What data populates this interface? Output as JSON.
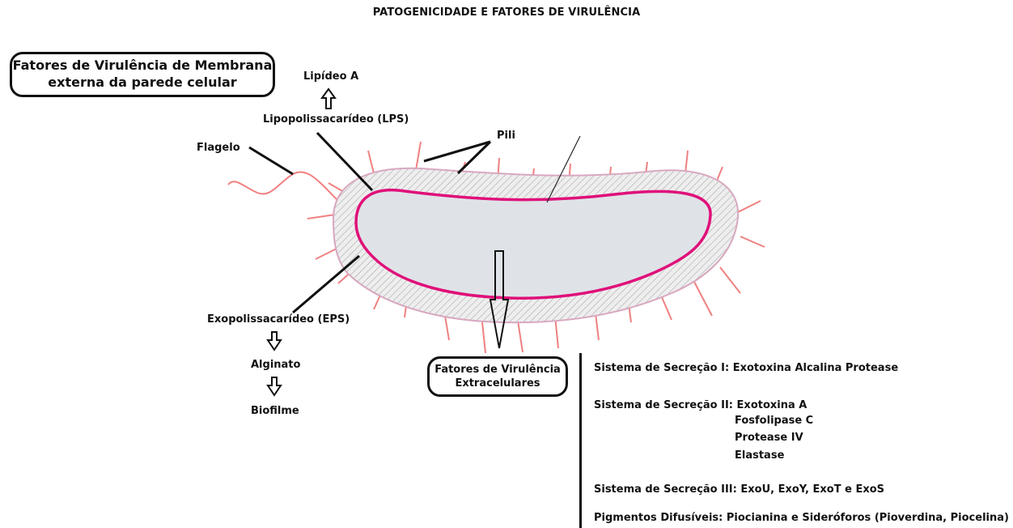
{
  "title": "PATOGENICIDADE E FATORES DE VIRULÊNCIA",
  "membrane_box": {
    "line1": "Fatores de Virulência de Membrana",
    "line2": "externa da parede celular"
  },
  "labels": {
    "lipideo_a": "Lipídeo A",
    "lps": "Lipopolissacarídeo (LPS)",
    "flagelo": "Flagelo",
    "pili": "Pili",
    "eps": "Exopolissacarídeo (EPS)",
    "alginato": "Alginato",
    "biofilme": "Biofilme"
  },
  "extracellular_box": {
    "line1": "Fatores de Virulência",
    "line2": "Extracelulares"
  },
  "secretion": {
    "s1_label": "Sistema de Secreção I:",
    "s1_items": [
      "Exotoxina Alcalina Protease"
    ],
    "s2_label": "Sistema de Secreção II:",
    "s2_items": [
      "Exotoxina A",
      "Fosfolipase C",
      "Protease IV",
      "Elastase"
    ],
    "s3_label": "Sistema de Secreção III:",
    "s3_items": [
      "ExoU, ExoY, ExoT e ExoS"
    ],
    "pig_label": "Pigmentos Difusíveis:",
    "pig_items": [
      "Piocianina e Sideróforos (Pioverdina, Piocelina)"
    ]
  },
  "colors": {
    "cell_wall_outline": "#d8a8c0",
    "cytoplasm_membrane": "#e0107a",
    "pili_color": "#f08080",
    "hatch": "#b0b0b0"
  }
}
